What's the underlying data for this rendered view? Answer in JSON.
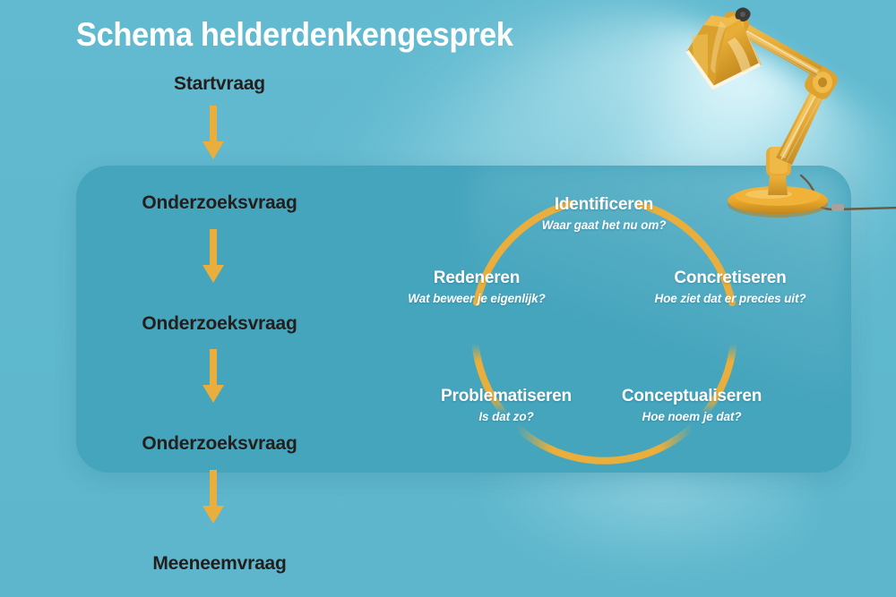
{
  "title": "Schema helderdenkengesprek",
  "colors": {
    "background": "#5fb9cf",
    "panel": "#45a5bd",
    "accent": "#e9ae3b",
    "accent_dark": "#d99c28",
    "text_dark": "#241f1c",
    "text_light": "#ffffff",
    "beam": "#ddf5fa"
  },
  "flow": {
    "steps": [
      {
        "label": "Startvraag"
      },
      {
        "label": "Onderzoeksvraag"
      },
      {
        "label": "Onderzoeksvraag"
      },
      {
        "label": "Onderzoeksvraag"
      },
      {
        "label": "Meeneemvraag"
      }
    ]
  },
  "cycle": {
    "nodes": [
      {
        "title": "Identificeren",
        "sub": "Waar gaat het nu om?"
      },
      {
        "title": "Concretiseren",
        "sub": "Hoe ziet dat er precies uit?"
      },
      {
        "title": "Conceptualiseren",
        "sub": "Hoe noem je dat?"
      },
      {
        "title": "Problematiseren",
        "sub": "Is dat zo?"
      },
      {
        "title": "Redeneren",
        "sub": "Wat beweer je eigenlijk?"
      }
    ]
  },
  "decor": {
    "lamp": "desk-lamp",
    "beam": "light-beam"
  }
}
